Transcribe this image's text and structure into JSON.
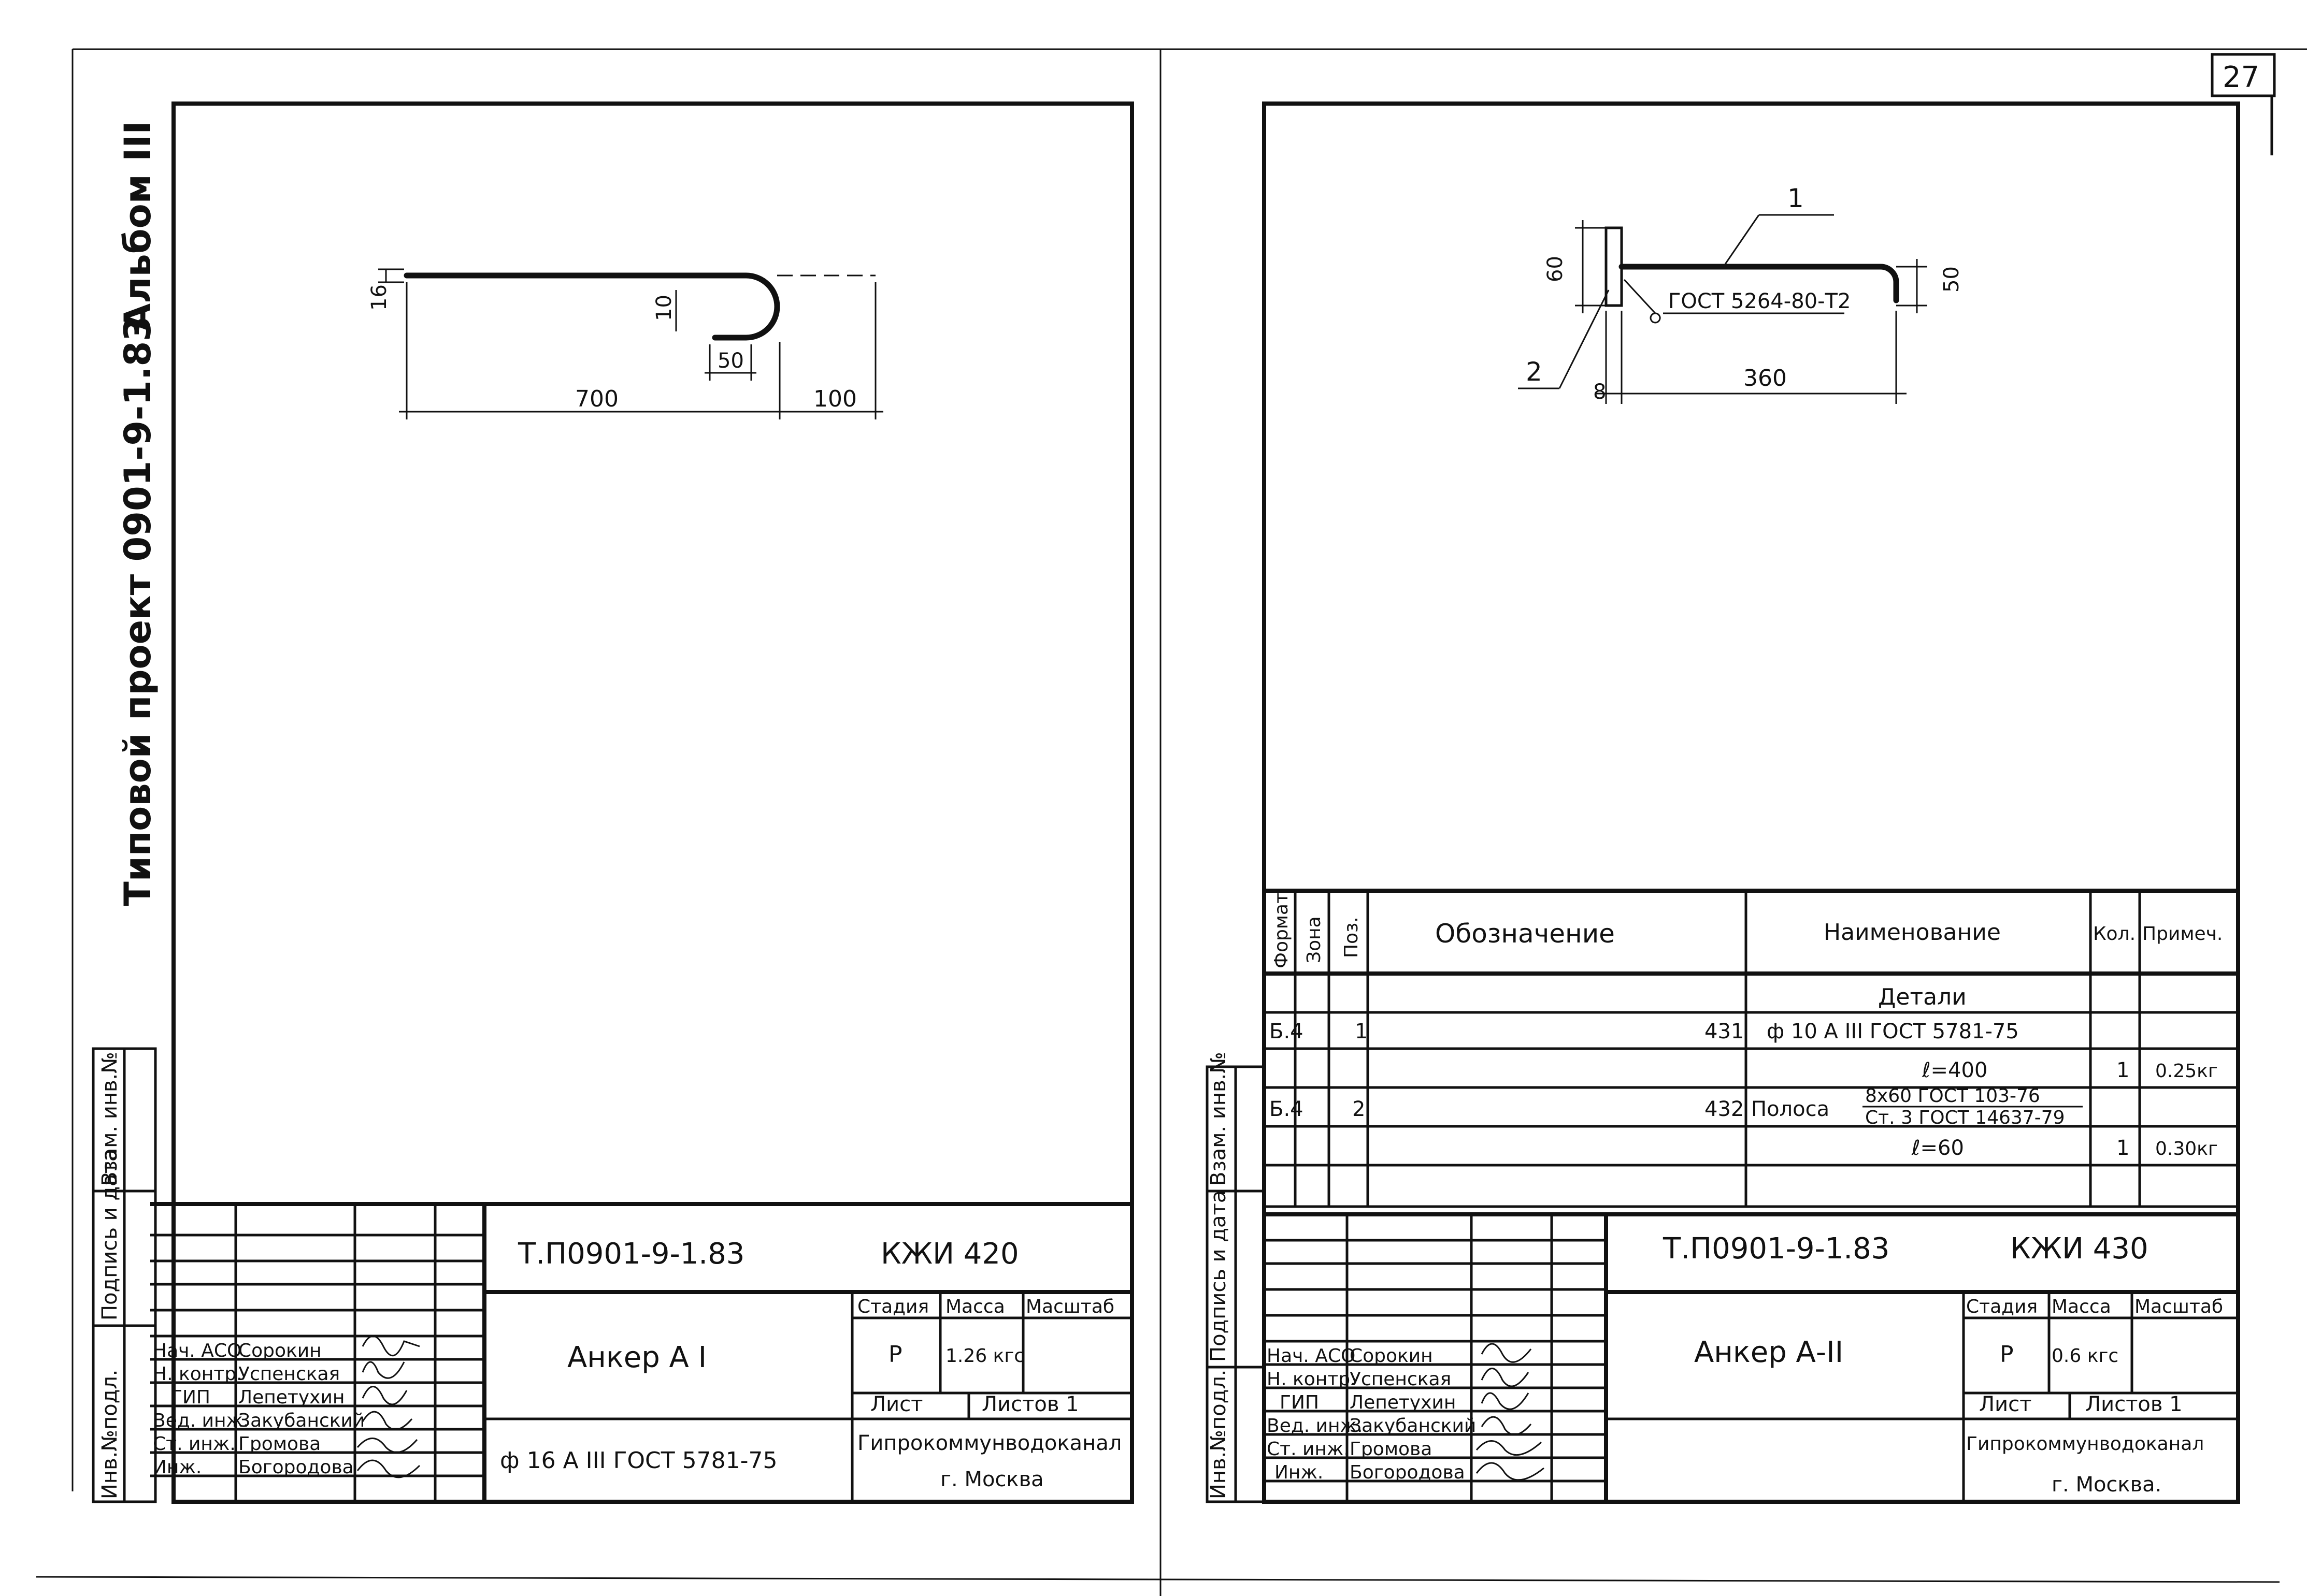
{
  "page_number": "27",
  "left_sheet": {
    "side_title": "Типовой проект 0901-9-1.83",
    "album": "Альбом III",
    "dimensions": {
      "d16": "16",
      "d10": "10",
      "d50": "50",
      "d700": "700",
      "d100": "100"
    },
    "stamp_side": {
      "inv_podl": "Инв.№подл.",
      "podpis": "Подпись и дата",
      "vzam": "Взам. инв.№"
    },
    "designation": "Т.П0901-9-1.83",
    "code": "КЖИ 420",
    "name": "Анкер А I",
    "material": "ф 16 А III ГОСТ 5781-75",
    "stage_label": "Стадия",
    "mass_label": "Масса",
    "scale_label": "Масштаб",
    "stage": "Р",
    "mass": "1.26 кгс",
    "sheet_label": "Лист",
    "sheets_label": "Листов 1",
    "org": "Гипрокоммунводоканал",
    "city": "г. Москва",
    "roles": [
      "Нач. АСО",
      "Н. контр.",
      "ГИП",
      "Вед. инж.",
      "Ст. инж.",
      "Инж."
    ],
    "names": [
      "Сорокин",
      "Успенская",
      "Лепетухин",
      "Закубанский",
      "Громова",
      "Богородова"
    ]
  },
  "right_sheet": {
    "callouts": {
      "pos1": "1",
      "pos2": "2"
    },
    "dimensions": {
      "d60": "60",
      "d50": "50",
      "d8": "8",
      "d360": "360"
    },
    "weld_note": "ГОСТ 5264-80-Т2",
    "table_headers": {
      "format": "Формат",
      "zone": "Зона",
      "pos": "Поз.",
      "designation": "Обозначение",
      "name": "Наименование",
      "qty": "Кол.",
      "note": "Примеч."
    },
    "section_title": "Детали",
    "rows": [
      {
        "format": "Б.4",
        "pos": "1",
        "designation": "431",
        "name": "ф 10 А III ГОСТ 5781-75",
        "name2": "ℓ=400",
        "qty": "1",
        "note": "0.25кг"
      },
      {
        "format": "Б.4",
        "pos": "2",
        "designation": "432",
        "name": "Полоса",
        "frac_top": "8х60 ГОСТ 103-76",
        "frac_bottom": "Ст. 3 ГОСТ 14637-79",
        "name2": "ℓ=60",
        "qty": "1",
        "note": "0.30кг"
      }
    ],
    "stamp_side": {
      "inv_podl": "Инв.№подл.",
      "podpis": "Подпись и дата",
      "vzam": "Взам. инв.№"
    },
    "designation": "Т.П0901-9-1.83",
    "code": "КЖИ 430",
    "name": "Анкер А-II",
    "stage_label": "Стадия",
    "mass_label": "Масса",
    "scale_label": "Масштаб",
    "stage": "Р",
    "mass": "0.6 кгс",
    "sheet_label": "Лист",
    "sheets_label": "Листов 1",
    "org": "Гипрокоммунводоканал",
    "city": "г. Москва.",
    "roles": [
      "Нач. АСО",
      "Н. контр.",
      "ГИП",
      "Вед. инж.",
      "Ст. инж.",
      "Инж."
    ],
    "names": [
      "Сорокин",
      "Успенская",
      "Лепетухин",
      "Закубанский",
      "Громова",
      "Богородова"
    ]
  }
}
